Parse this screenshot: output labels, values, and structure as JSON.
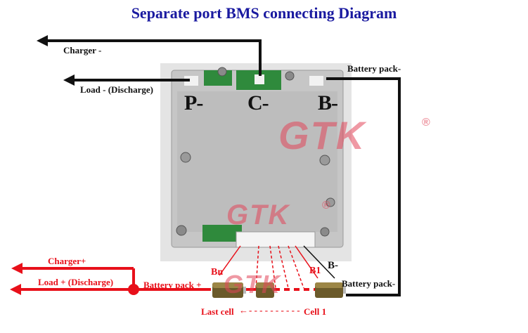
{
  "title": "Separate port BMS connecting Diagram",
  "labels": {
    "charger_minus": "Charger -",
    "load_minus": "Load - (Discharge)",
    "battery_pack_minus_top": "Battery pack-",
    "battery_pack_minus_bottom": "Battery pack-",
    "charger_plus": "Charger+",
    "load_plus": "Load + (Discharge)",
    "battery_pack_plus": "Battery pack +",
    "last_cell": "Last cell",
    "cell_1": "Cell 1",
    "arrow_left": "←",
    "arrow_right": "←"
  },
  "ports": {
    "p": "P-",
    "c": "C-",
    "b": "B-",
    "b_small": "B-"
  },
  "cells": {
    "bn": "Bn",
    "b1": "B1"
  },
  "watermark": {
    "text": "GTK",
    "registered": "®"
  },
  "colors": {
    "title": "#1a1aa0",
    "positive_wire": "#e8101a",
    "negative_wire": "#111111",
    "board": "#c9c9c9"
  }
}
